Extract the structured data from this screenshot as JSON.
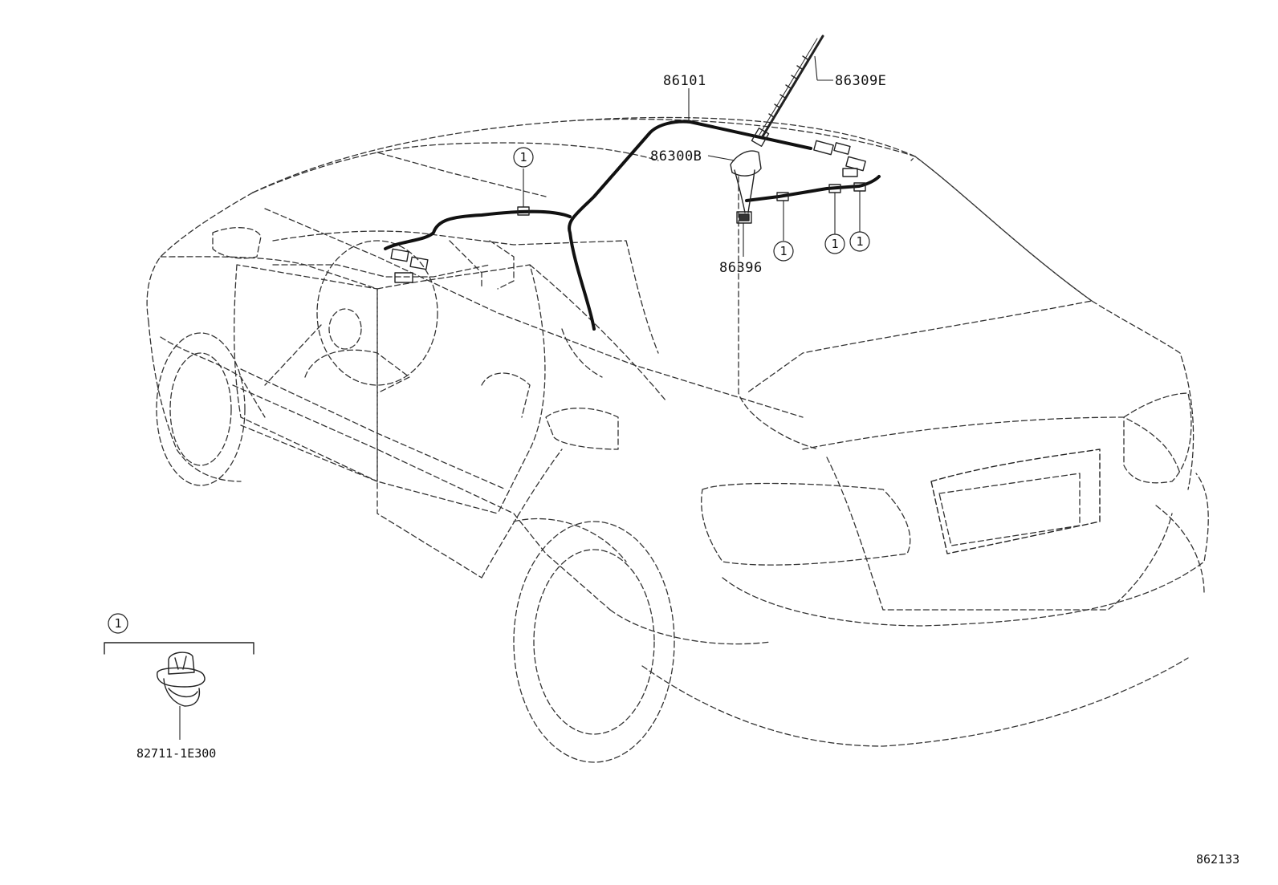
{
  "parts": {
    "wire": "86101",
    "rod": "86309E",
    "base": "86300B",
    "grommet": "86396",
    "clamp": "82711-1E300",
    "callout": "1"
  },
  "diagram_code": "862133",
  "illustration": {
    "vehicle": "car-body",
    "clamp_detail": "clamp-detail"
  }
}
